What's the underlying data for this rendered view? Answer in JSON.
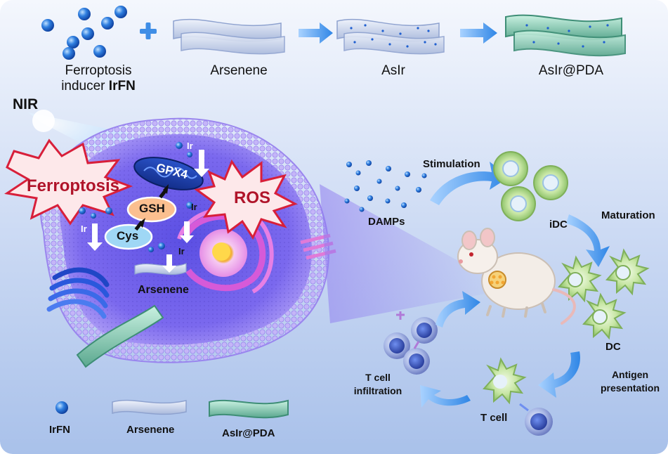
{
  "top_row": {
    "inducer_line1": "Ferroptosis",
    "inducer_line2_prefix": "inducer ",
    "inducer_line2_bold": "IrFN",
    "arsenene": "Arsenene",
    "asir": "AsIr",
    "asir_pda": "AsIr@PDA"
  },
  "cell": {
    "nir": "NIR",
    "ferroptosis": "Ferroptosis",
    "ros": "ROS",
    "gpx4": "GPX4",
    "gsh": "GSH",
    "cys": "Cys",
    "ir": "Ir",
    "arsenene": "Arsenene"
  },
  "immune": {
    "damps": "DAMPs",
    "stimulation": "Stimulation",
    "idc": "iDC",
    "maturation": "Maturation",
    "dc": "DC",
    "antigen_line1": "Antigen",
    "antigen_line2": "presentation",
    "tcell": "T cell",
    "infiltration_line1": "T cell",
    "infiltration_line2": "infiltration"
  },
  "legend": {
    "irfn": "IrFN",
    "arsenene": "Arsenene",
    "asir_pda": "AsIr@PDA"
  },
  "colors": {
    "background_top": "#f4f7fd",
    "background_bottom": "#a9c1ea",
    "cell_membrane": "#b7a6f4",
    "cytoplasm": "#6f5ee8",
    "ros_burst": "#fde8ea",
    "burst_outline": "#d81f3a",
    "arrow_blue": "#3f8ee6",
    "pda_green": "#6fbfa8",
    "dc_cell": "#c7e6a4"
  }
}
